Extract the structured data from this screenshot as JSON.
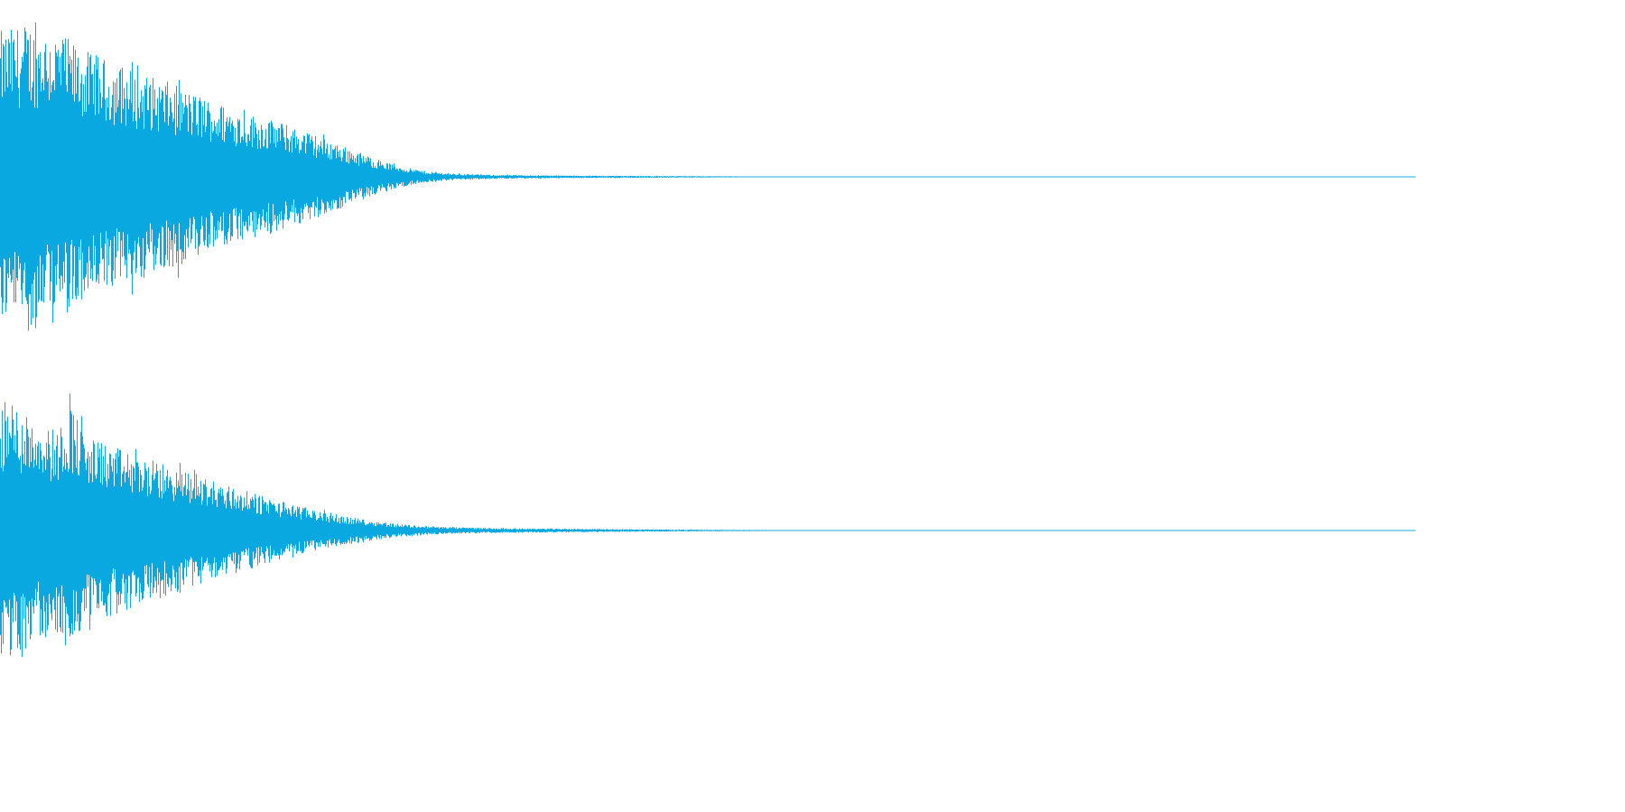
{
  "chart_data": {
    "type": "area",
    "title": "",
    "xlabel": "",
    "ylabel": "",
    "grid": false,
    "legend": "none",
    "color": "#0aa8e0",
    "ylim": [
      -1,
      1
    ],
    "x_range_fraction": [
      0,
      1
    ],
    "channels": [
      {
        "envelope": {
          "x": [
            0,
            0.02,
            0.04,
            0.06,
            0.08,
            0.1,
            0.12,
            0.14,
            0.16,
            0.18,
            0.2,
            0.22,
            0.24,
            0.26,
            0.28,
            0.3,
            0.32,
            0.35,
            0.4,
            0.45,
            0.5,
            0.55,
            0.6,
            0.65,
            1.0
          ],
          "y": [
            0.9,
            0.95,
            0.9,
            0.78,
            0.7,
            0.64,
            0.58,
            0.5,
            0.44,
            0.38,
            0.33,
            0.27,
            0.2,
            0.13,
            0.07,
            0.035,
            0.02,
            0.012,
            0.008,
            0.006,
            0.004,
            0.002,
            0.001,
            0.0005,
            0
          ]
        }
      },
      {
        "envelope": {
          "x": [
            0,
            0.02,
            0.04,
            0.05,
            0.06,
            0.08,
            0.1,
            0.12,
            0.14,
            0.16,
            0.18,
            0.2,
            0.22,
            0.24,
            0.26,
            0.28,
            0.3,
            0.32,
            0.35,
            0.4,
            0.45,
            0.5,
            0.55,
            0.6,
            0.65,
            1.0
          ],
          "y": [
            0.85,
            0.78,
            0.66,
            0.85,
            0.62,
            0.55,
            0.48,
            0.42,
            0.36,
            0.3,
            0.24,
            0.19,
            0.14,
            0.1,
            0.07,
            0.045,
            0.03,
            0.022,
            0.016,
            0.012,
            0.008,
            0.005,
            0.003,
            0.001,
            0.0005,
            0
          ]
        }
      }
    ]
  }
}
